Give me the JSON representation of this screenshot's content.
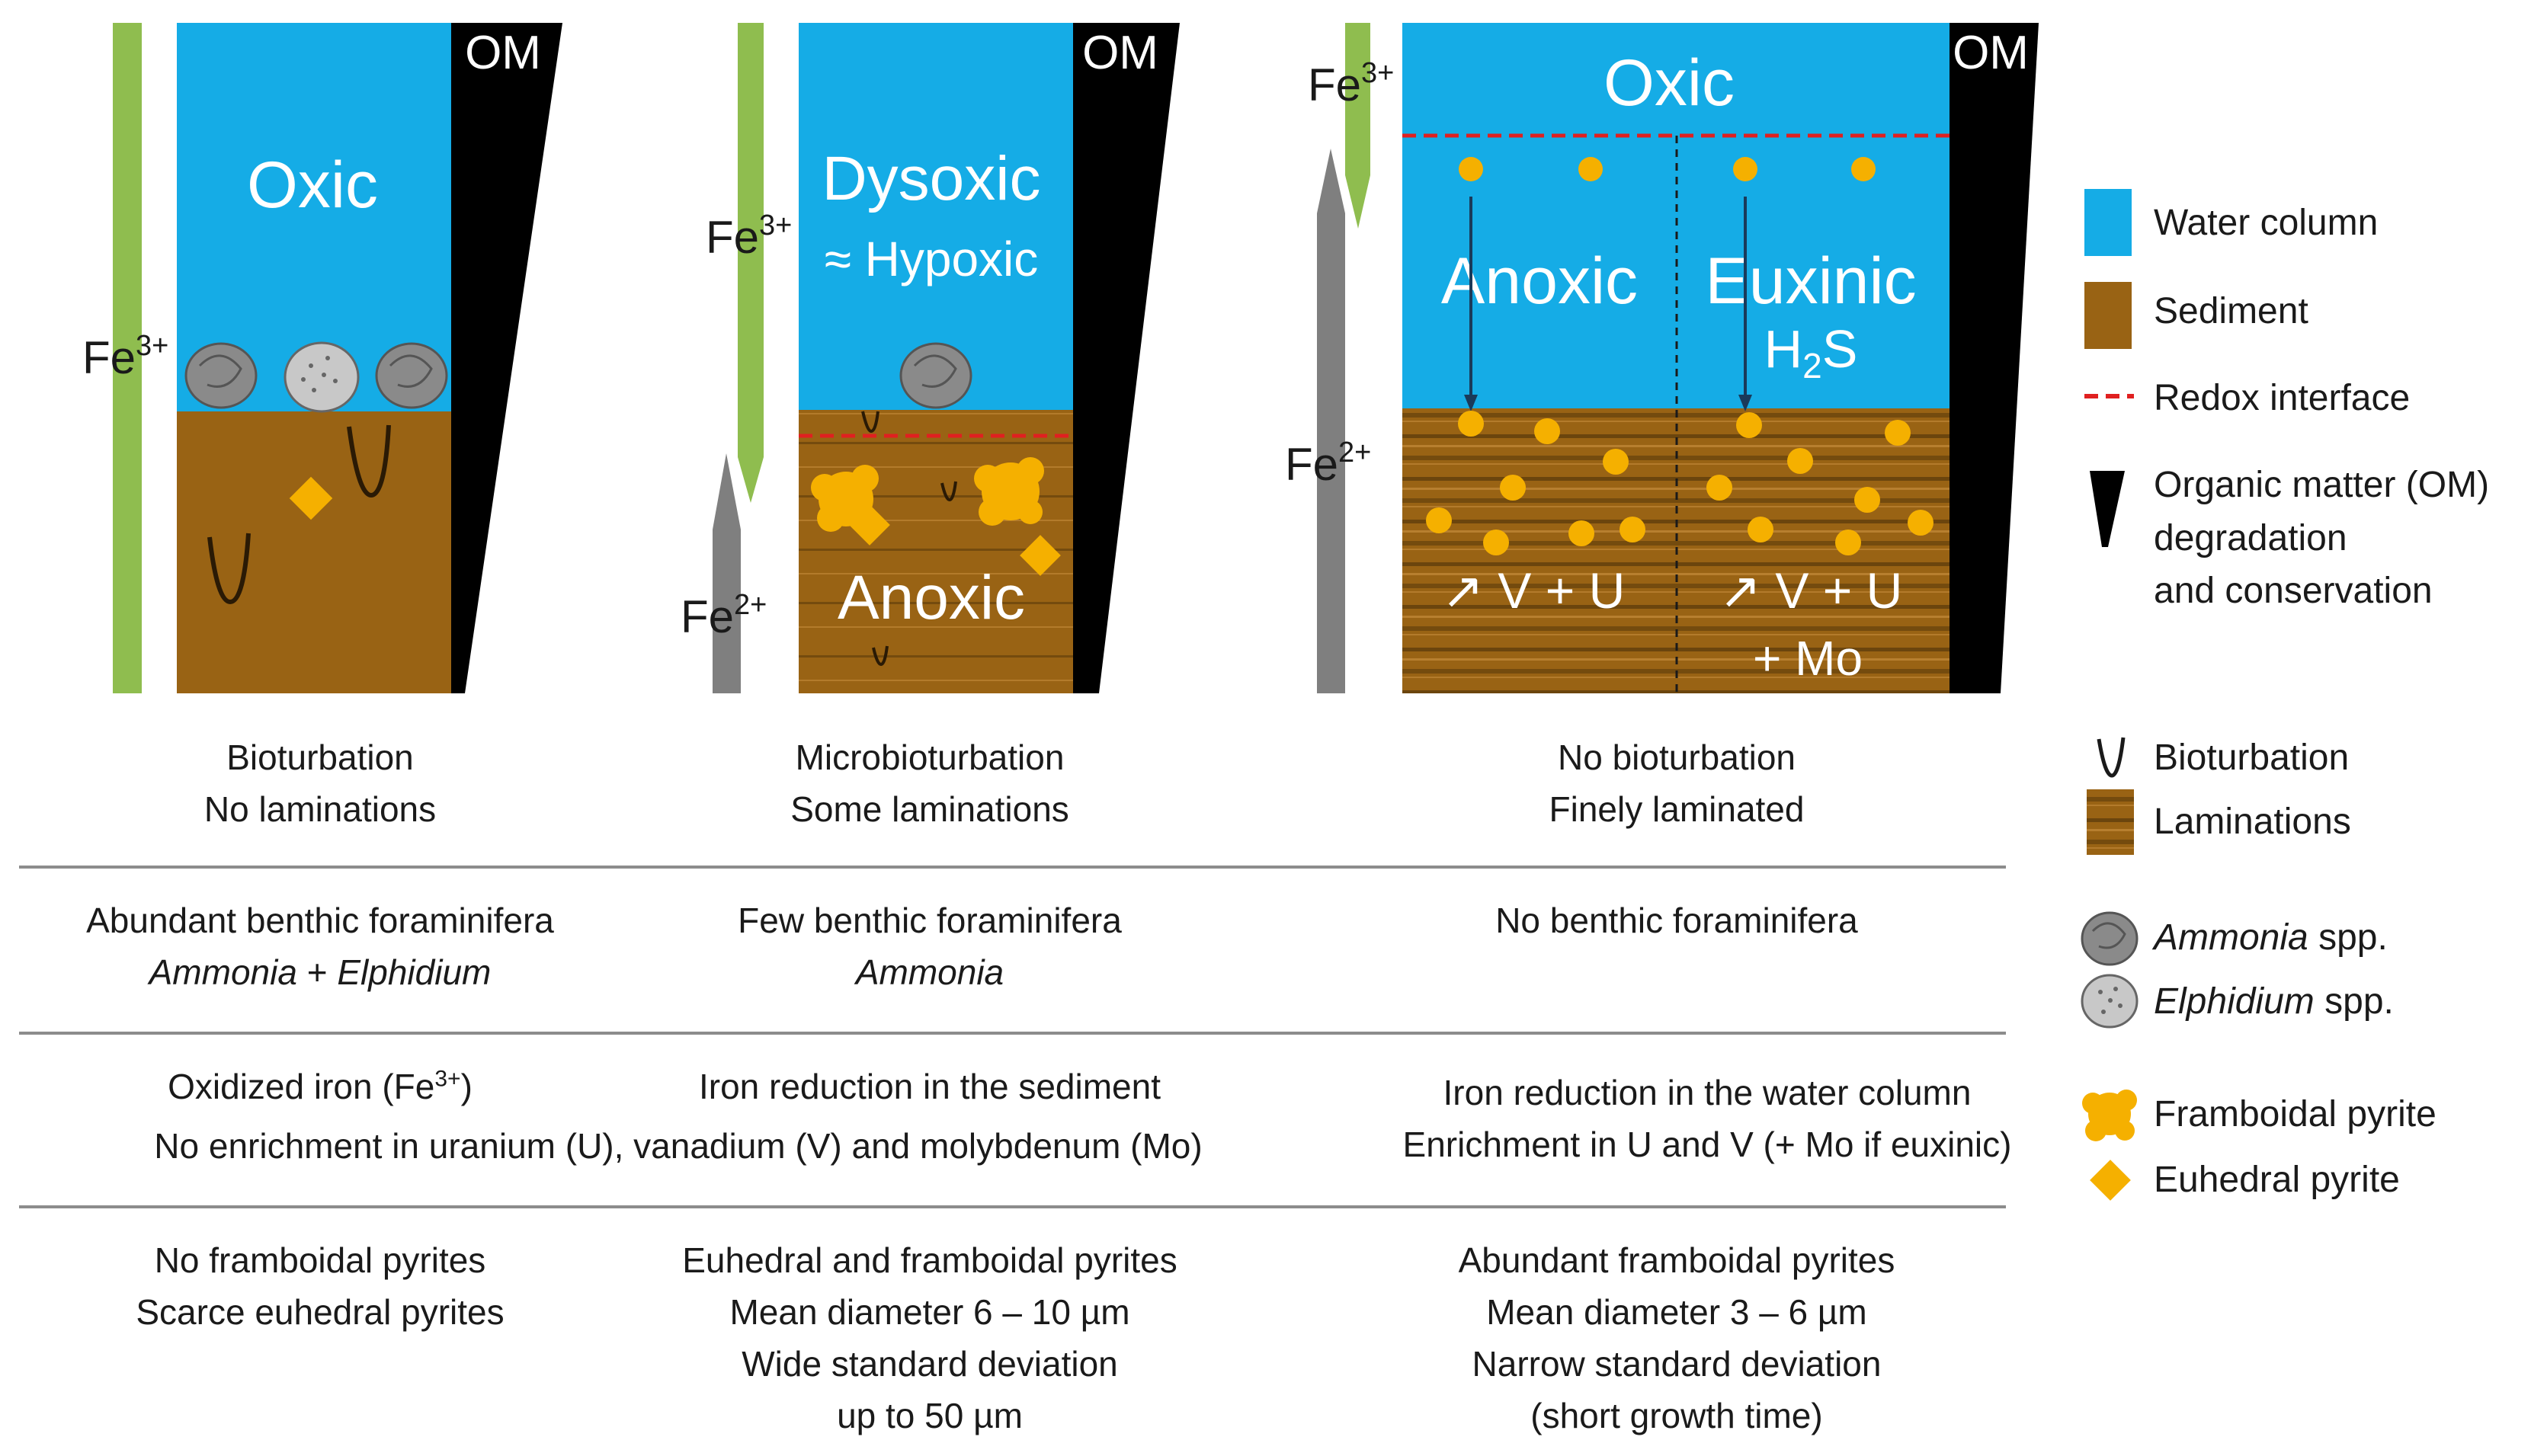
{
  "panels": {
    "oxic": {
      "zone": "Oxic",
      "om": "OM",
      "fe3_base": "Fe",
      "fe3_sup": "3+"
    },
    "dysoxic": {
      "zone": "Dysoxic",
      "zone2": "≈ Hypoxic",
      "sediment_zone": "Anoxic",
      "om": "OM",
      "fe3_base": "Fe",
      "fe3_sup": "3+",
      "fe2_base": "Fe",
      "fe2_sup": "2+"
    },
    "anoxic": {
      "top_zone": "Oxic",
      "left_zone": "Anoxic",
      "right_zone": "Euxinic",
      "h2s_h": "H",
      "h2s_sub": "2",
      "h2s_s": "S",
      "om": "OM",
      "left_enrich": "↗ V + U",
      "right_enrich": "↗ V + U",
      "right_enrich2": "+ Mo",
      "fe3_base": "Fe",
      "fe3_sup": "3+",
      "fe2_base": "Fe",
      "fe2_sup": "2+"
    }
  },
  "rows": {
    "sediment": {
      "oxic": [
        "Bioturbation",
        "No laminations"
      ],
      "dysoxic": [
        "Microbioturbation",
        "Some laminations"
      ],
      "anoxic": [
        "No bioturbation",
        "Finely laminated"
      ]
    },
    "foraminifera": {
      "oxic_line1": "Abundant benthic foraminifera",
      "oxic_g1": "Ammonia",
      "oxic_plus": " + ",
      "oxic_g2": "Elphidium",
      "dysoxic_line1": "Few benthic foraminifera",
      "dysoxic_g1": "Ammonia",
      "anoxic_line1": "No benthic foraminifera"
    },
    "iron": {
      "oxic_pre": "Oxidized iron (Fe",
      "oxic_sup": "3+",
      "oxic_post": ")",
      "dysoxic": "Iron reduction in the sediment",
      "shared": "No enrichment in uranium (U), vanadium (V) and molybdenum (Mo)",
      "anoxic1": "Iron reduction in the water column",
      "anoxic2": "Enrichment in U and V (+ Mo if euxinic)"
    },
    "pyrite": {
      "oxic": [
        "No framboidal pyrites",
        "Scarce euhedral pyrites"
      ],
      "dysoxic": [
        "Euhedral and framboidal pyrites",
        "Mean diameter 6 – 10 µm",
        "Wide standard deviation",
        "up to 50 µm"
      ],
      "anoxic": [
        "Abundant framboidal pyrites",
        "Mean diameter 3 – 6 µm",
        "Narrow standard deviation",
        "(short growth time)"
      ]
    }
  },
  "legend": {
    "water_column": "Water column",
    "sediment": "Sediment",
    "redox": "Redox interface",
    "om_line1": "Organic matter (OM)",
    "om_line2": "degradation",
    "om_line3": "and conservation",
    "bioturbation": "Bioturbation",
    "laminations": "Laminations",
    "ammonia_it": "Ammonia",
    "ammonia_rest": " spp.",
    "elphidium_it": "Elphidium",
    "elphidium_rest": " spp.",
    "framboidal": "Framboidal pyrite",
    "euhedral": "Euhedral pyrite"
  },
  "colors": {
    "water": "#15ace6",
    "sediment": "#996314",
    "lamina_dark": "#5c3a0a",
    "iron_ox": "#8fbd4f",
    "iron_red": "#7f7f7f",
    "pyrite": "#f5b000",
    "redox": "#e02020",
    "foram": "#8a8a8a"
  }
}
